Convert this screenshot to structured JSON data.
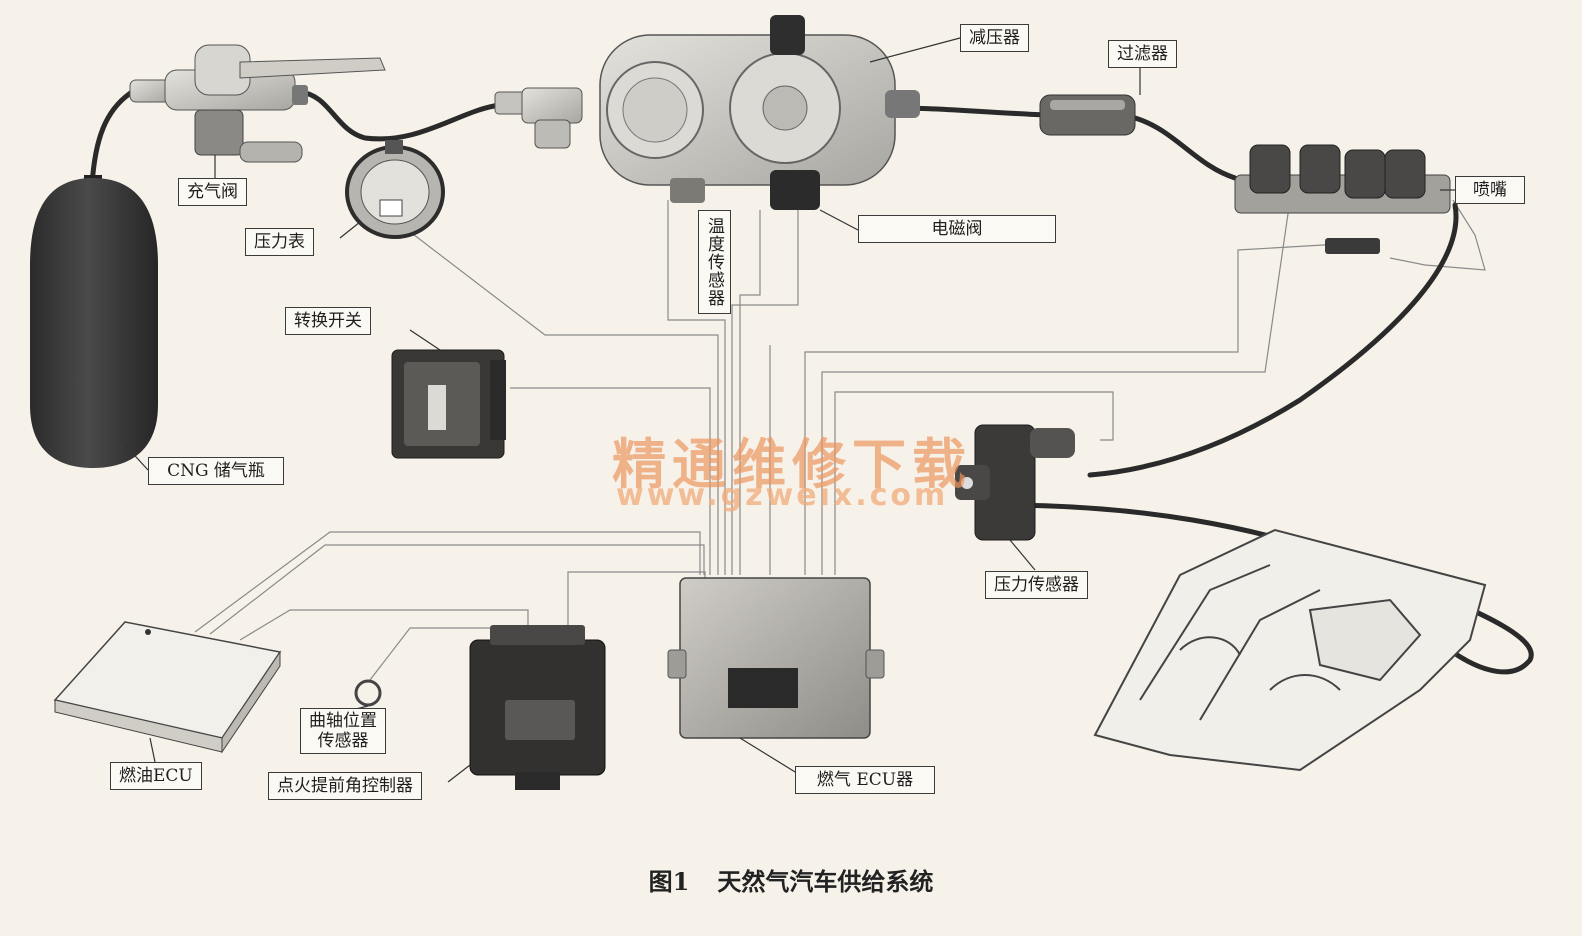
{
  "labels": {
    "charge_valve": "充气阀",
    "pressure_gauge": "压力表",
    "reducer": "减压器",
    "filter": "过滤器",
    "injector": "喷嘴",
    "solenoid_valve": "电磁阀",
    "temp_sensor": "温度传感器",
    "switch": "转换开关",
    "cng_tank": "CNG 储气瓶",
    "pressure_sensor": "压力传感器",
    "crank_sensor_line1": "曲轴位置",
    "crank_sensor_line2": "传感器",
    "fuel_ecu": "燃油ECU",
    "ignition_controller": "点火提前角控制器",
    "gas_ecu": "燃气 ECU器"
  },
  "watermark": {
    "line1": "精通维修下载",
    "line2": "www.gzweix.com"
  },
  "caption": {
    "figure_number": "图1",
    "title": "天然气汽车供给系统"
  },
  "colors": {
    "background": "#f6f2ea",
    "device_dark": "#3a3a3a",
    "device_gray": "#9a9a9a",
    "wire": "#7a7a7a",
    "watermark": "#ec965c"
  }
}
